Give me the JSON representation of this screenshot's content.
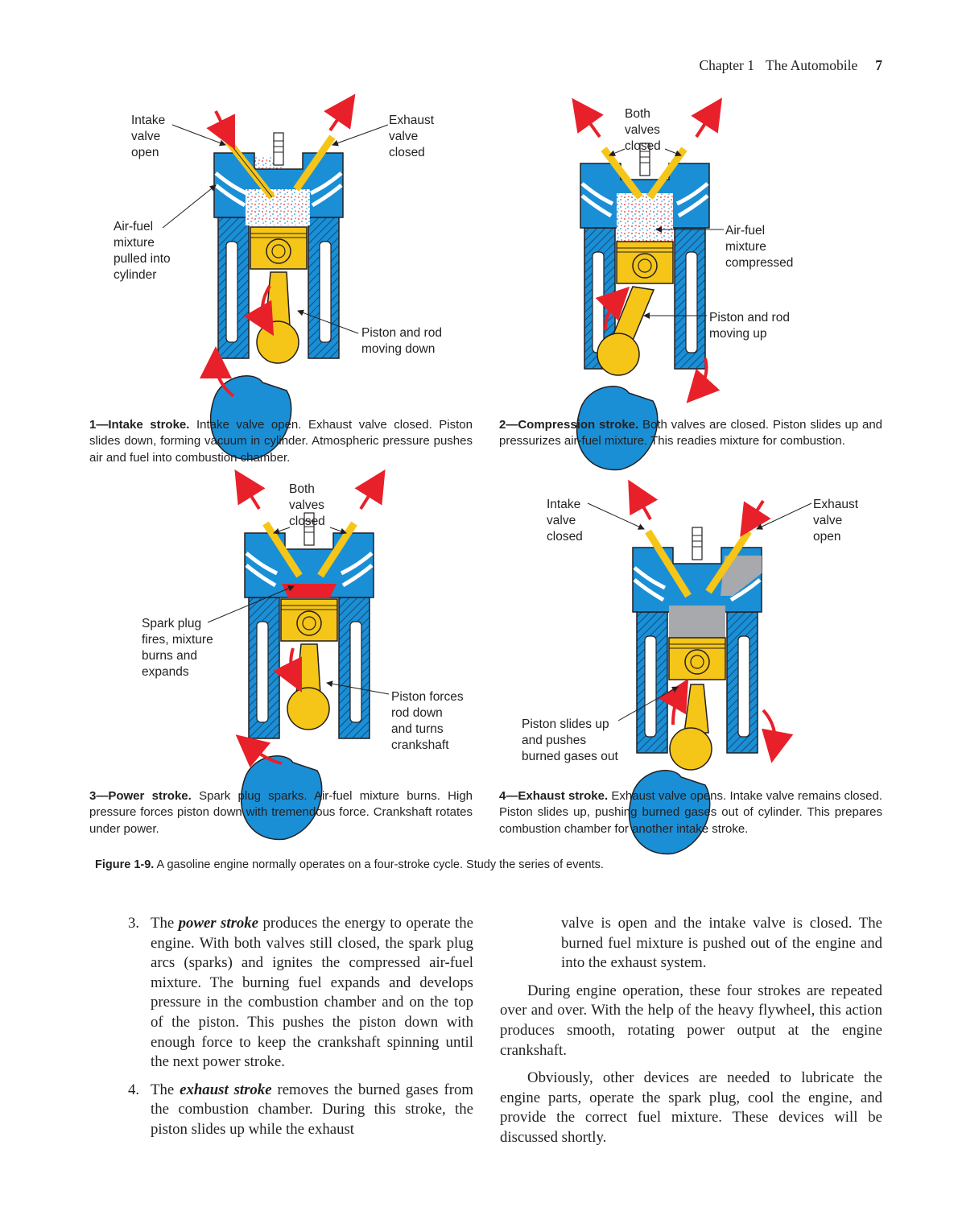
{
  "header": {
    "chapter": "Chapter 1",
    "book_title": "The Automobile",
    "page_number": "7"
  },
  "panels": [
    {
      "id": "intake",
      "labels": {
        "intake_valve": "Intake\nvalve\nopen",
        "exhaust_valve": "Exhaust\nvalve\nclosed",
        "mixture": "Air-fuel\nmixture\npulled into\ncylinder",
        "piston": "Piston and rod\nmoving down"
      },
      "caption_bold": "1—Intake stroke.",
      "caption_text": " Intake valve open. Exhaust valve closed. Piston slides down, forming vacuum in cylinder. Atmospheric pressure pushes air and fuel into combustion chamber."
    },
    {
      "id": "compression",
      "labels": {
        "valves": "Both\nvalves\nclosed",
        "mixture": "Air-fuel\nmixture\ncompressed",
        "piston": "Piston and rod\nmoving up"
      },
      "caption_bold": "2—Compression stroke.",
      "caption_text": " Both valves are closed. Piston slides up and pressurizes air-fuel mixture. This readies mixture for combustion."
    },
    {
      "id": "power",
      "labels": {
        "valves": "Both\nvalves\nclosed",
        "spark": "Spark plug\nfires, mixture\nburns and\nexpands",
        "piston": "Piston forces\nrod down\nand turns\ncrankshaft"
      },
      "caption_bold": "3—Power stroke.",
      "caption_text": " Spark plug sparks. Air-fuel mixture burns. High pressure forces piston down with tremendous force. Crankshaft rotates under power."
    },
    {
      "id": "exhaust",
      "labels": {
        "intake_valve": "Intake\nvalve\nclosed",
        "exhaust_valve": "Exhaust\nvalve\nopen",
        "piston": "Piston slides up\nand pushes\nburned gases out"
      },
      "caption_bold": "4—Exhaust stroke.",
      "caption_text": " Exhaust valve opens. Intake valve remains closed. Piston slides up, pushing burned gases out of cylinder. This prepares combustion chamber for another intake stroke."
    }
  ],
  "figure_caption": {
    "label": "Figure 1-9.",
    "text": " A gasoline engine normally operates on a four-stroke cycle. Study the series of events."
  },
  "body": {
    "item3": {
      "num": "3.",
      "pre": "The ",
      "term": "power stroke",
      "post": " produces the energy to operate the engine. With both valves still closed, the spark plug arcs (sparks) and ignites the compressed air-fuel mixture. The burning fuel expands and develops pressure in the combustion chamber and on the top of the piston. This pushes the piston down with enough force to keep the crankshaft spinning until the next power stroke."
    },
    "item4": {
      "num": "4.",
      "pre": "The ",
      "term": "exhaust stroke",
      "post": " removes the burned gases from the combustion chamber. During this stroke, the piston slides up while the exhaust valve is open and the intake valve is closed. The burned fuel mixture is pushed out of the engine and into the exhaust system."
    },
    "para1": "During engine operation, these four strokes are repeated over and over. With the help of the heavy flywheel, this action produces smooth, rotating power output at the engine crankshaft.",
    "para2": "Obviously, other devices are needed to lubricate the engine parts, operate the spark plug, cool the engine, and provide the correct fuel mixture. These devices will be discussed shortly."
  },
  "colors": {
    "block": "#1a8fd6",
    "piston": "#f5c518",
    "arrow": "#e8202a",
    "burned": "#a7a9ac",
    "flame": "#e8202a"
  }
}
